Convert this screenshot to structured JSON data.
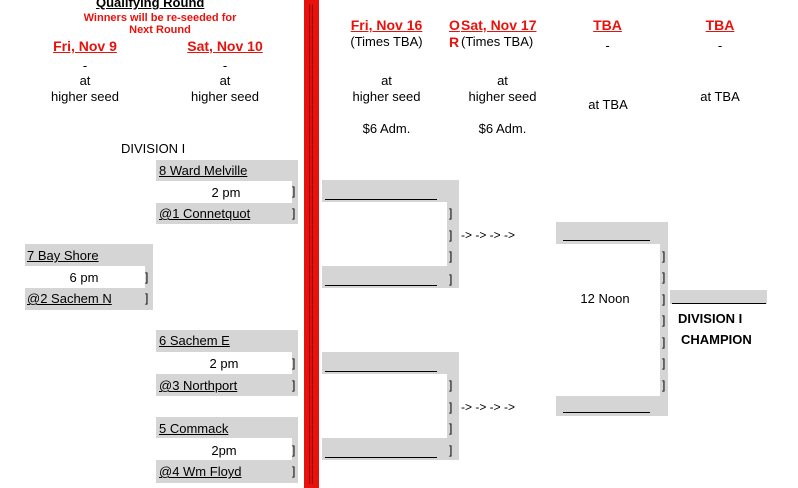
{
  "header": {
    "title": "Qualifying Round",
    "note_line1": "Winners will be re-seeded for",
    "note_line2": "Next Round"
  },
  "columns": [
    {
      "date": "Fri, Nov 9",
      "dash": "-",
      "at": "at",
      "site": "higher seed"
    },
    {
      "date": "Sat, Nov 10",
      "dash": "-",
      "at": "at",
      "site": "higher seed"
    },
    {
      "date": "Fri, Nov 16",
      "sub": "(Times TBA)",
      "at": "at",
      "site": "higher seed",
      "adm": "$6 Adm."
    },
    {
      "date": "Sat, Nov 17",
      "prefix_o": "O",
      "prefix_r": "R",
      "sub": "(Times TBA)",
      "at": "at",
      "site": "higher seed",
      "adm": "$6 Adm."
    },
    {
      "date": "TBA",
      "dash": "-",
      "site": "at TBA"
    },
    {
      "date": "TBA",
      "dash": "-",
      "site": "at TBA"
    }
  ],
  "division_label": "DIVISION I",
  "games": [
    {
      "top": "8  Ward Melville",
      "time": "2 pm",
      "bottom": "@1  Connetquot"
    },
    {
      "top": "7  Bay Shore",
      "time": "6 pm",
      "bottom": "@2 Sachem N"
    },
    {
      "top": "6  Sachem E",
      "time": "2 pm",
      "bottom": "@3   Northport"
    },
    {
      "top": "5     Commack",
      "time": "2pm",
      "bottom": "@4  Wm Floyd"
    }
  ],
  "arrows": "-> -> -> ->",
  "bracket_char": "]",
  "final_time": "12 Noon",
  "champion_line1": "DIVISION I",
  "champion_line2": "CHAMPION",
  "colors": {
    "accent": "#e8120c",
    "gray": "#d5d5d5"
  }
}
